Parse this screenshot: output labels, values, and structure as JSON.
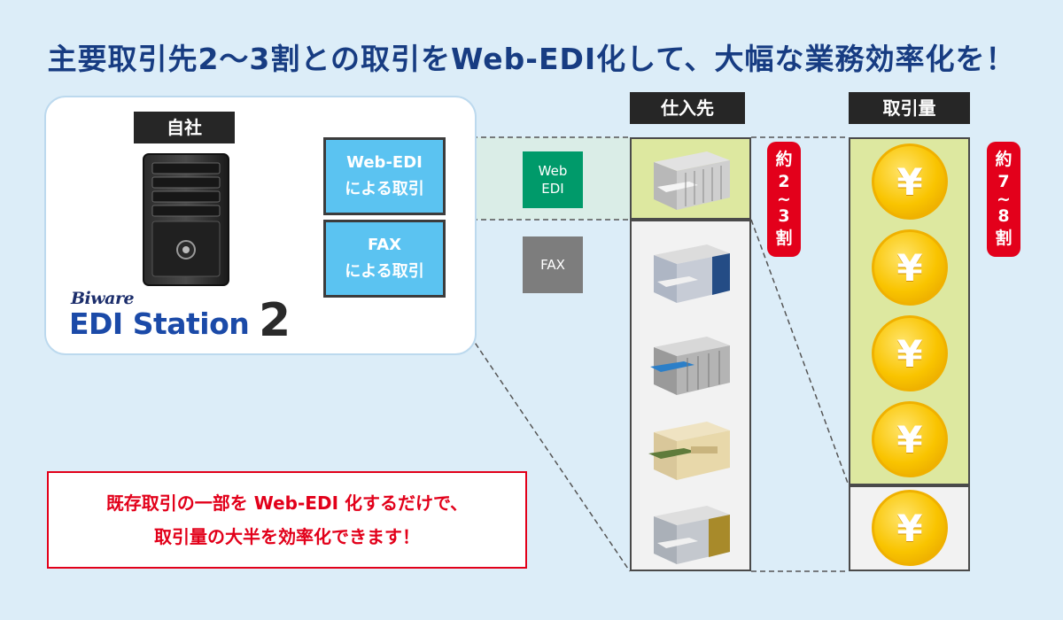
{
  "title": "主要取引先2〜3割との取引をWeb-EDI化して、大幅な業務効率化を！",
  "own_company": {
    "label": "自社",
    "logo_biware": "Biware",
    "logo_station": "EDI Station",
    "logo_number": "2"
  },
  "trades": [
    {
      "line1": "Web-EDI",
      "line2": "による取引"
    },
    {
      "line1": "FAX",
      "line2": "による取引"
    }
  ],
  "channels": {
    "webedi": {
      "line1": "Web",
      "line2": "EDI",
      "color": "#009a6a"
    },
    "fax": {
      "line1": "FAX",
      "color": "#7d7d7d"
    }
  },
  "suppliers": {
    "header": "仕入先",
    "badge": [
      "約",
      "2",
      "~",
      "3",
      "割"
    ]
  },
  "volume": {
    "header": "取引量",
    "badge": [
      "約",
      "7",
      "~",
      "8",
      "割"
    ],
    "coin_symbol": "¥",
    "coin_count": 5
  },
  "note": {
    "line1": "既存取引の一部を Web-EDI 化するだけで、",
    "line2": "取引量の大半を効率化できます！"
  },
  "colors": {
    "title": "#173c82",
    "highlight": "#dde8a0",
    "trade_box": "#5bc3f1",
    "badge": "#e3001b"
  }
}
